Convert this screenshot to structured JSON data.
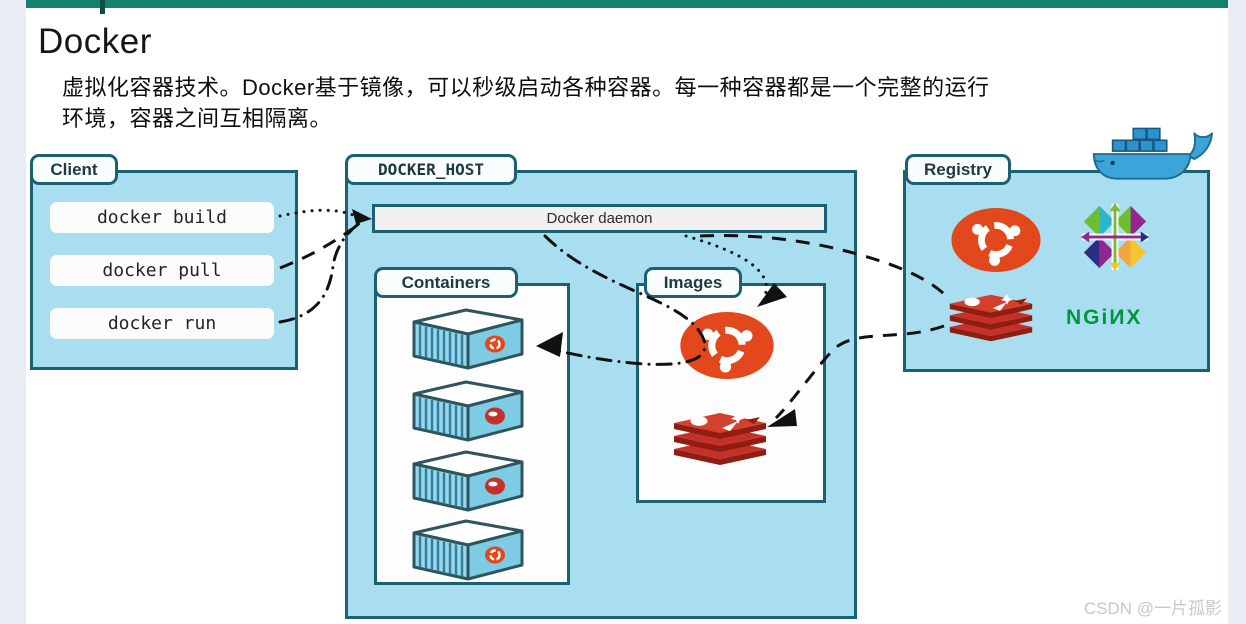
{
  "page": {
    "title": "Docker",
    "description": [
      "虚拟化容器技术。Docker基于镜像，可以秒级启动各种容器。每一种容器都是一个完整的运行",
      "环境，容器之间互相隔离。"
    ],
    "watermark": "CSDN @一片孤影"
  },
  "diagram": {
    "client": {
      "label": "Client",
      "commands": [
        "docker build",
        "docker pull",
        "docker run"
      ]
    },
    "docker_host": {
      "label": "DOCKER_HOST",
      "daemon_label": "Docker daemon",
      "containers": {
        "label": "Containers",
        "count": "4"
      },
      "images": {
        "label": "Images",
        "items": [
          "ubuntu",
          "redis"
        ]
      }
    },
    "registry": {
      "label": "Registry",
      "items": [
        "ubuntu",
        "centos",
        "redis",
        "nginx"
      ],
      "nginx_text": "NGiИX"
    },
    "colors": {
      "accent_bar": "#12826C",
      "box_fill": "#A9DEF1",
      "box_border": "#1C6171",
      "ubuntu_orange": "#E3481D",
      "redis_red": "#C6302B",
      "nginx_green": "#009639",
      "arrow_black": "#111111"
    }
  }
}
